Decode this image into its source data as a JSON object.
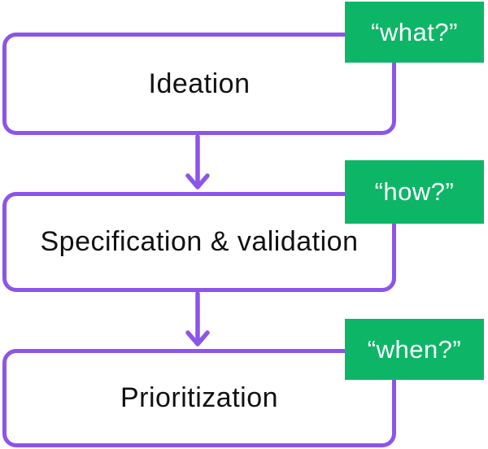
{
  "colors": {
    "purple": "#8c55e9",
    "green": "#0db667",
    "label_text": "#111111",
    "tag_text": "#ffffff"
  },
  "steps": [
    {
      "label": "Ideation",
      "tag": "“what?”"
    },
    {
      "label": "Specification & validation",
      "tag": "“how?”"
    },
    {
      "label": "Prioritization",
      "tag": "“when?”"
    }
  ]
}
